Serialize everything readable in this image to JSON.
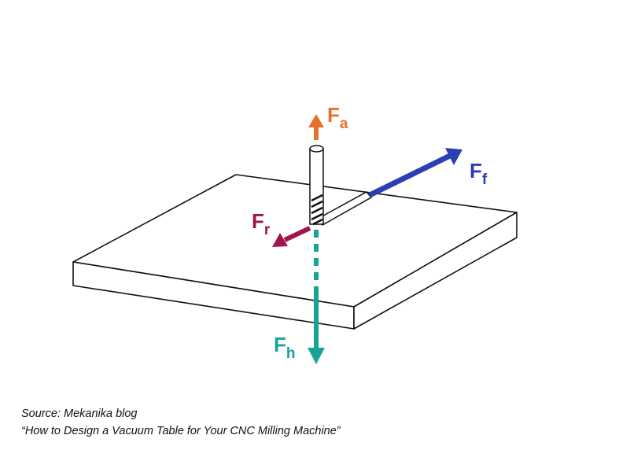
{
  "forces": {
    "axial": {
      "symbol": "F",
      "sub": "a",
      "color": "#e8702a"
    },
    "feed": {
      "symbol": "F",
      "sub": "f",
      "color": "#2b3fb3"
    },
    "radial": {
      "symbol": "F",
      "sub": "r",
      "color": "#a3134c"
    },
    "holding": {
      "symbol": "F",
      "sub": "h",
      "color": "#16a398"
    }
  },
  "caption": {
    "source": "Source: Mekanika blog",
    "title": "“How to Design a Vacuum Table for Your CNC Milling Machine”"
  }
}
